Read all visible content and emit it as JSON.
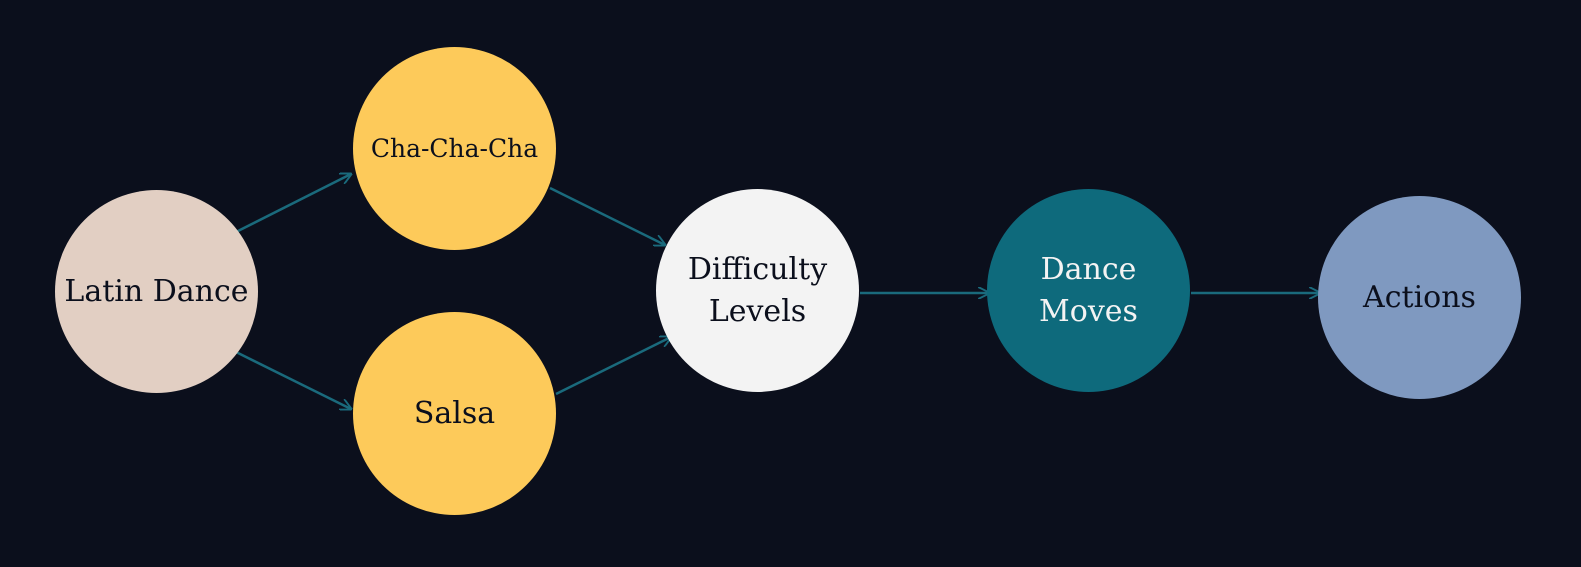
{
  "diagram": {
    "colors": {
      "background": "#0b0f1c",
      "edge": "#1a6a7c"
    },
    "nodes": [
      {
        "id": "latin",
        "label": "Latin Dance",
        "fill": "#e2cfc3",
        "text_color": "#0b0f1c"
      },
      {
        "id": "cha",
        "label": "Cha-Cha-Cha",
        "fill": "#fdca5a",
        "text_color": "#0b0f1c"
      },
      {
        "id": "salsa",
        "label": "Salsa",
        "fill": "#fdca5a",
        "text_color": "#0b0f1c"
      },
      {
        "id": "diff",
        "label": "Difficulty Levels",
        "fill": "#f3f3f3",
        "text_color": "#0b0f1c"
      },
      {
        "id": "moves",
        "label": "Dance Moves",
        "fill": "#0e6a7c",
        "text_color": "#f3f3f3"
      },
      {
        "id": "actions",
        "label": "Actions",
        "fill": "#7f99c0",
        "text_color": "#0b0f1c"
      }
    ],
    "edges": [
      {
        "from": "latin",
        "to": "cha"
      },
      {
        "from": "latin",
        "to": "salsa"
      },
      {
        "from": "cha",
        "to": "diff"
      },
      {
        "from": "salsa",
        "to": "diff"
      },
      {
        "from": "diff",
        "to": "moves"
      },
      {
        "from": "moves",
        "to": "actions"
      }
    ]
  }
}
